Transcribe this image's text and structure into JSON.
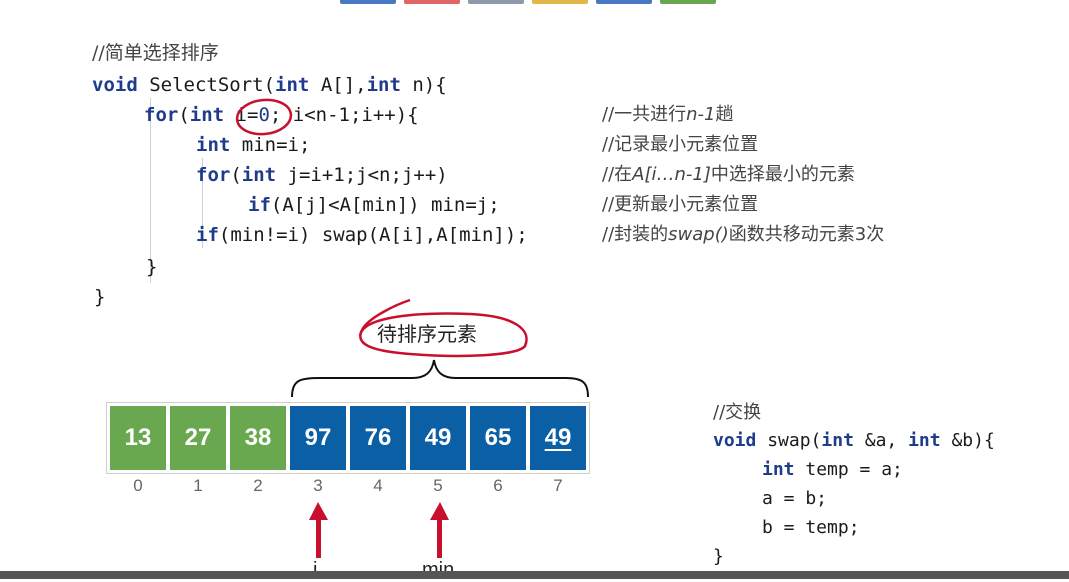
{
  "code": {
    "comment_title": "//简单选择排序",
    "line1": {
      "kw1": "void",
      "t1": " SelectSort(",
      "kw2": "int",
      "t2": " A[],",
      "kw3": "int",
      "t3": " n){"
    },
    "line2": {
      "kw1": "for",
      "t1": "(",
      "kw2": "int",
      "t2": " i=",
      "num": "0",
      "t3": "; i<n-1;i++){"
    },
    "line3": {
      "kw1": "int",
      "t1": " min=i;"
    },
    "line4": {
      "kw1": "for",
      "t1": "(",
      "kw2": "int",
      "t2": " j=i+1;j<n;j++)"
    },
    "line5": {
      "kw1": "if",
      "t1": "(A[j]<A[min]) min=j;"
    },
    "line6": {
      "kw1": "if",
      "t1": "(min!=i) swap(A[i],A[min]);"
    },
    "line7": "}",
    "line8": "}",
    "comments": {
      "c2_pre": "//一共进行",
      "c2_it": "n-1",
      "c2_post": "趟",
      "c3": "//记录最小元素位置",
      "c4_pre": "//在",
      "c4_it": "A[i…n-1]",
      "c4_post": "中选择最小的元素",
      "c5": "//更新最小元素位置",
      "c6_pre": "//封装的",
      "c6_it": "swap()",
      "c6_post": "函数共移动元素3次"
    }
  },
  "array": {
    "values": [
      "13",
      "27",
      "38",
      "97",
      "76",
      "49",
      "65",
      "49"
    ],
    "indices": [
      "0",
      "1",
      "2",
      "3",
      "4",
      "5",
      "6",
      "7"
    ]
  },
  "annotation": {
    "pending_label": "待排序元素",
    "pointer_i": "i",
    "pointer_min": "min"
  },
  "swap": {
    "comment": "//交换",
    "line1": {
      "kw1": "void",
      "t1": " swap(",
      "kw2": "int",
      "t2": " &a, ",
      "kw3": "int",
      "t3": " &b){"
    },
    "line2": {
      "kw1": "int",
      "t1": " temp = a;"
    },
    "line3": "a = b;",
    "line4": "b = temp;",
    "line5": "}"
  },
  "colors": {
    "sorted": "#6aa84f",
    "pending": "#0b5fa5",
    "keyword": "#1f3b8c",
    "annotation_red": "#c8102e",
    "topbar": [
      "#4a78c2",
      "#e06666",
      "#8e9aab",
      "#e0b84a",
      "#4a78c2",
      "#6aa84f"
    ]
  }
}
